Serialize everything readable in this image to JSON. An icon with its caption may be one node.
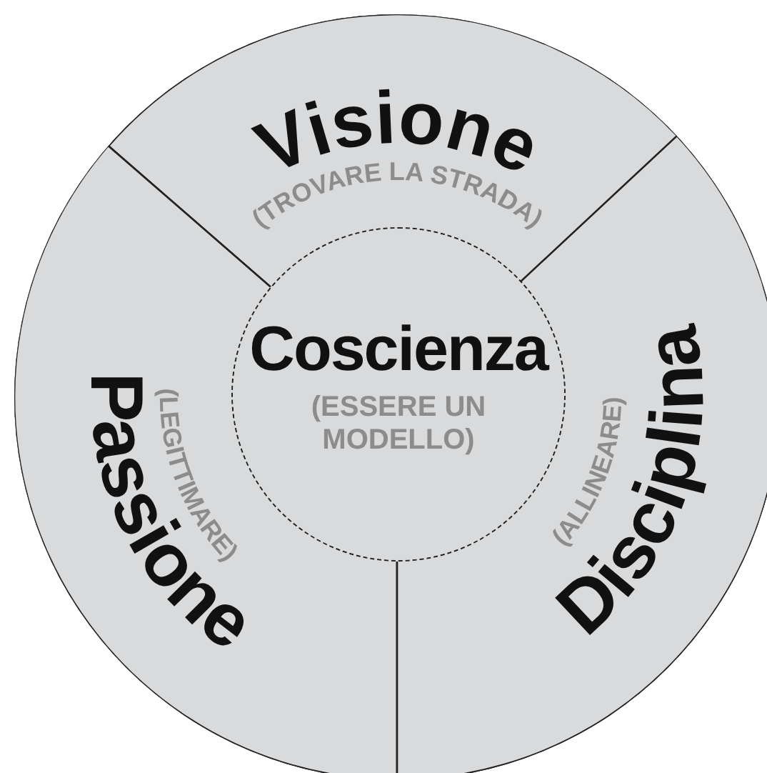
{
  "diagram": {
    "nodes": [
      {
        "text": [],
        "shape": "circle"
      },
      {
        "text": [
          "Visione",
          "(TROVARE LA STRADA)"
        ],
        "in": 0
      },
      {
        "text": [
          "Coscienza",
          "(ESSERE UN MODELLO)"
        ],
        "in": 0
      },
      {
        "text": [
          "Passione",
          "(LEGITTIMARE)"
        ],
        "in": 0
      },
      {
        "text": [
          "Disciplina",
          "(ALLINEARE)"
        ],
        "in": 0
      }
    ]
  }
}
